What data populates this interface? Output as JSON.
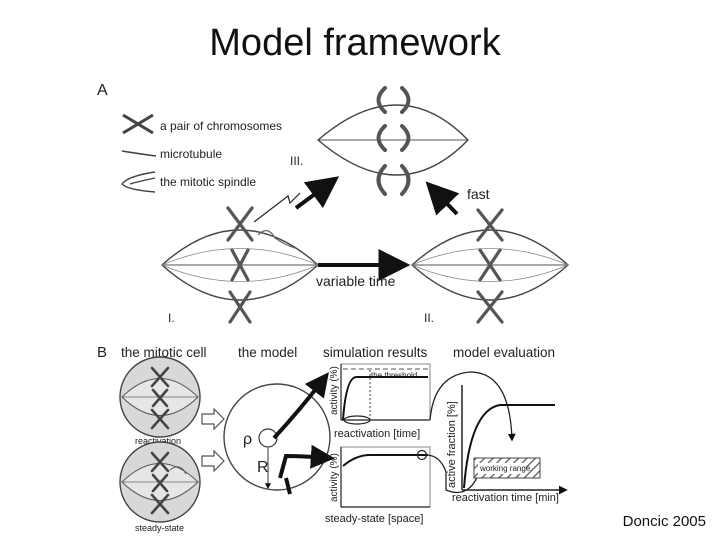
{
  "slide": {
    "title": "Model framework",
    "credit": "Doncic 2005"
  },
  "panel_a": {
    "label": "A",
    "legend": [
      "a pair of chromosomes",
      "microtubule",
      "the mitotic spindle"
    ],
    "stage_labels": [
      "I.",
      "II.",
      "III."
    ],
    "arrow_labels": {
      "fast": "fast",
      "variable": "variable time"
    }
  },
  "panel_b": {
    "label": "B",
    "headers": [
      "the mitotic cell",
      "the model",
      "simulation results",
      "model evaluation"
    ],
    "cell_labels": [
      "reactivation",
      "steady-state"
    ],
    "model_symbols": [
      "ρ",
      "R"
    ],
    "plot1": {
      "ylabel": "activity (%)",
      "xlabel": "reactivation [time]",
      "threshold": "the threshold"
    },
    "plot2": {
      "ylabel": "activity (%)",
      "xlabel": "steady-state [space]"
    },
    "plot3": {
      "ylabel": "active fraction [%]",
      "xlabel": "reactivation time [min]",
      "box": "working range"
    }
  }
}
